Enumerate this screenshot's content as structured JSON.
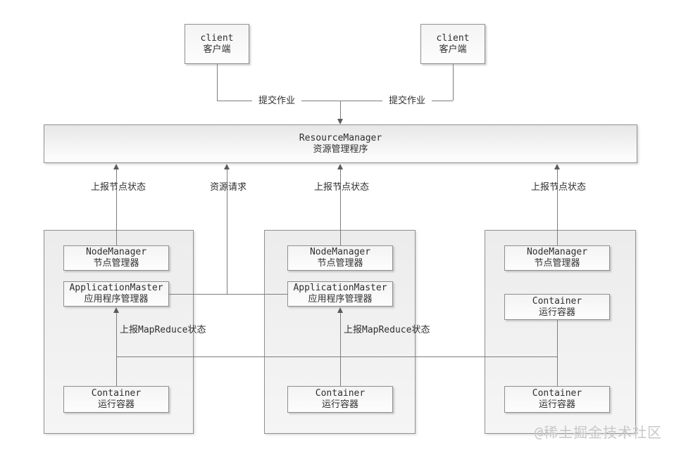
{
  "clients": [
    {
      "en": "client",
      "zh": "客户端"
    },
    {
      "en": "client",
      "zh": "客户端"
    }
  ],
  "resource_manager": {
    "en": "ResourceManager",
    "zh": "资源管理程序"
  },
  "edge_labels": {
    "submit_job_left": "提交作业",
    "submit_job_right": "提交作业",
    "report_node_status_1": "上报节点状态",
    "resource_request": "资源请求",
    "report_node_status_2": "上报节点状态",
    "report_node_status_3": "上报节点状态",
    "report_mapreduce_1": "上报MapReduce状态",
    "report_mapreduce_2": "上报MapReduce状态"
  },
  "nodes": [
    {
      "components": [
        {
          "en": "NodeManager",
          "zh": "节点管理器"
        },
        {
          "en": "ApplicationMaster",
          "zh": "应用程序管理器"
        },
        {
          "en": "Container",
          "zh": "运行容器"
        }
      ]
    },
    {
      "components": [
        {
          "en": "NodeManager",
          "zh": "节点管理器"
        },
        {
          "en": "ApplicationMaster",
          "zh": "应用程序管理器"
        },
        {
          "en": "Container",
          "zh": "运行容器"
        }
      ]
    },
    {
      "components": [
        {
          "en": "NodeManager",
          "zh": "节点管理器"
        },
        {
          "en": "Container",
          "zh": "运行容器"
        },
        {
          "en": "Container",
          "zh": "运行容器"
        }
      ]
    }
  ],
  "watermark": "@稀土掘金技术社区",
  "colors": {
    "line": "#7d7d7d",
    "box_border": "#8f8f8f",
    "text": "#2f2f2f",
    "watermark": "#c7c7c7"
  }
}
